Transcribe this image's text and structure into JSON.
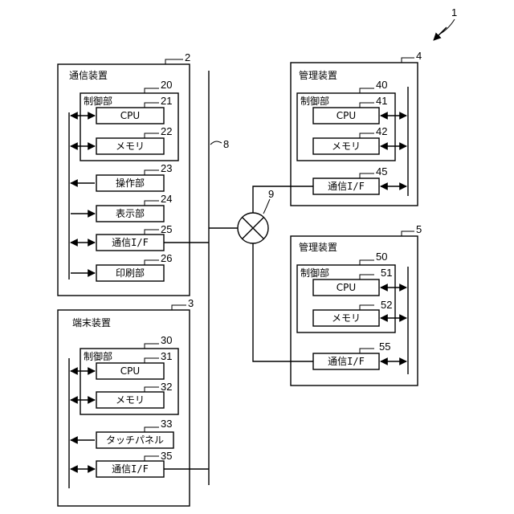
{
  "diagram": {
    "system_ref": "1",
    "network_ref": "8",
    "hub_ref": "9",
    "communication_device": {
      "title": "通信装置",
      "ref": "2",
      "control": {
        "label": "制御部",
        "ref": "20"
      },
      "cpu": {
        "label": "CPU",
        "ref": "21"
      },
      "memory": {
        "label": "メモリ",
        "ref": "22"
      },
      "operation": {
        "label": "操作部",
        "ref": "23"
      },
      "display": {
        "label": "表示部",
        "ref": "24"
      },
      "comm_if": {
        "label": "通信I/F",
        "ref": "25"
      },
      "print": {
        "label": "印刷部",
        "ref": "26"
      }
    },
    "terminal_device": {
      "title": "端末装置",
      "ref": "3",
      "control": {
        "label": "制御部",
        "ref": "30"
      },
      "cpu": {
        "label": "CPU",
        "ref": "31"
      },
      "memory": {
        "label": "メモリ",
        "ref": "32"
      },
      "touch_panel": {
        "label": "タッチパネル",
        "ref": "33"
      },
      "comm_if": {
        "label": "通信I/F",
        "ref": "35"
      }
    },
    "management_device_a": {
      "title": "管理装置",
      "ref": "4",
      "control": {
        "label": "制御部",
        "ref": "40"
      },
      "cpu": {
        "label": "CPU",
        "ref": "41"
      },
      "memory": {
        "label": "メモリ",
        "ref": "42"
      },
      "comm_if": {
        "label": "通信I/F",
        "ref": "45"
      }
    },
    "management_device_b": {
      "title": "管理装置",
      "ref": "5",
      "control": {
        "label": "制御部",
        "ref": "50"
      },
      "cpu": {
        "label": "CPU",
        "ref": "51"
      },
      "memory": {
        "label": "メモリ",
        "ref": "52"
      },
      "comm_if": {
        "label": "通信I/F",
        "ref": "55"
      }
    }
  }
}
